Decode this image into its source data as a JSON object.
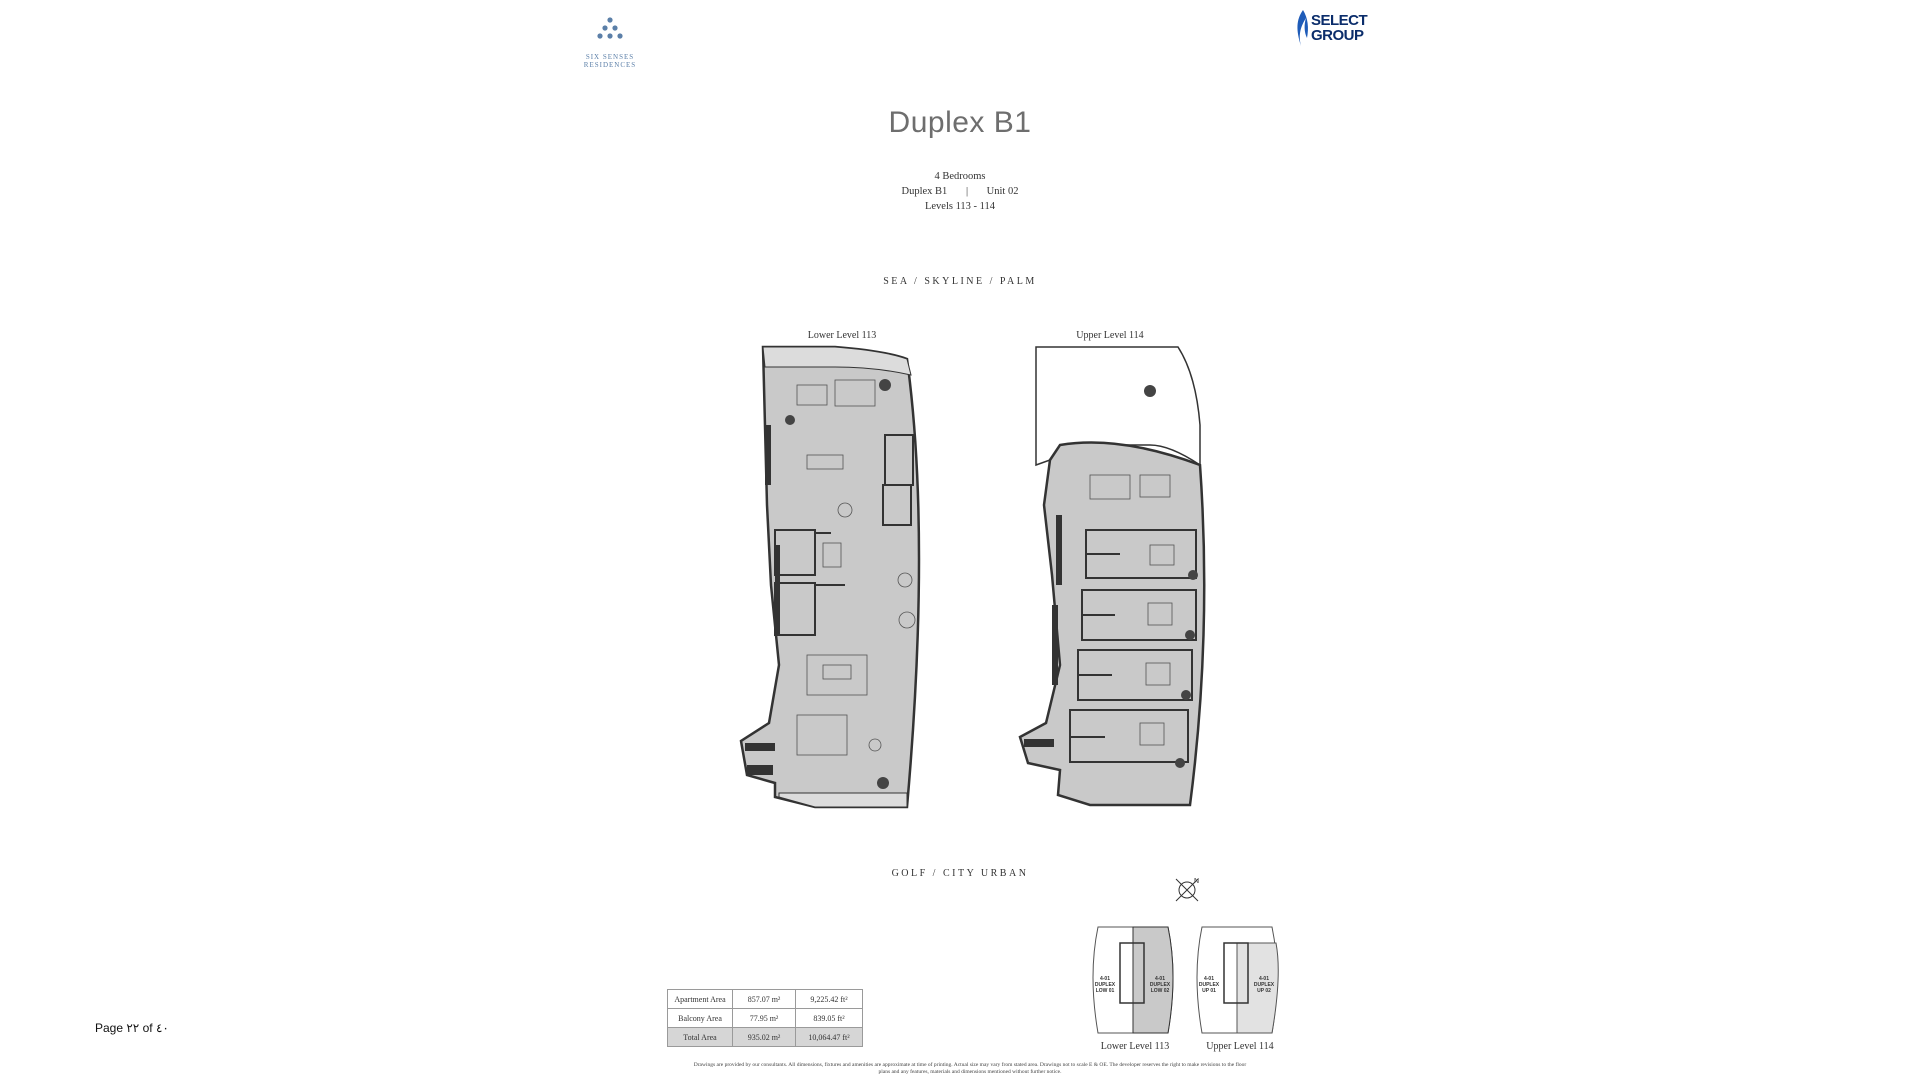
{
  "header": {
    "brand_left_text": "SIX SENSES RESIDENCES",
    "brand_right_line1": "SELECT",
    "brand_right_line2": "GROUP"
  },
  "title": "Duplex B1",
  "details": {
    "bedrooms": "4 Bedrooms",
    "type": "Duplex B1",
    "separator": "|",
    "unit": "Unit 02",
    "levels": "Levels 113 - 114"
  },
  "views": {
    "top": "SEA / SKYLINE / PALM",
    "bottom": "GOLF / CITY URBAN"
  },
  "plans": {
    "lower_label": "Lower Level 113",
    "upper_label": "Upper Level 114"
  },
  "area_table": {
    "rows": [
      {
        "label": "Apartment Area",
        "sqm": "857.07 m²",
        "sqft": "9,225.42 ft²"
      },
      {
        "label": "Balcony Area",
        "sqm": "77.95 m²",
        "sqft": "839.05 ft²"
      },
      {
        "label": "Total Area",
        "sqm": "935.02 m²",
        "sqft": "10,064.47 ft²"
      }
    ]
  },
  "key_plans": {
    "lower_label": "Lower Level 113",
    "upper_label": "Upper Level 114",
    "lower_unit_left": "4-01 DUPLEX LOW 01",
    "lower_unit_right": "4-01 DUPLEX LOW 02",
    "upper_unit_left": "4-01 DUPLEX UP 01",
    "upper_unit_right": "4-01 DUPLEX UP 02",
    "north": "N"
  },
  "disclaimer_line1": "Drawings are provided by our consultants. All dimensions, fixtures and amenities are approximate at time of printing. Actual size may vary from stated area. Drawings not to scale E & OE. The developer reserves the right to make revisions to the floor",
  "disclaimer_line2": "plans and any features, materials and dimensions mentioned without further notice.",
  "page_number": "Page ٢٢ of ٤٠",
  "colors": {
    "floor_fill": "#c9c9c9",
    "wall": "#333333",
    "title": "#6e6e6e",
    "brand_blue": "#0b2d6b",
    "six_senses_blue": "#5b7fa8"
  }
}
